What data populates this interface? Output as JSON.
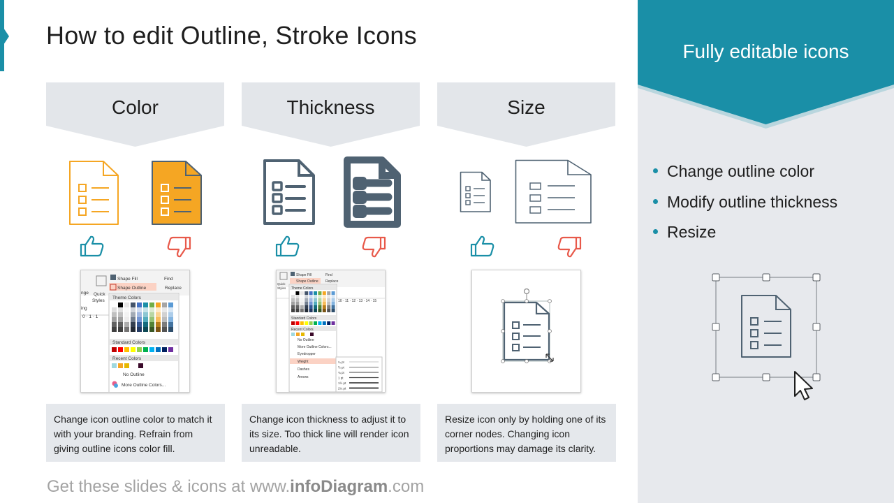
{
  "title": "How to edit Outline, Stroke Icons",
  "panel": {
    "title": "Fully editable icons",
    "bullets": [
      "Change outline color",
      "Modify outline thickness",
      "Resize"
    ]
  },
  "columns": [
    {
      "header": "Color",
      "description": "Change icon outline color to match it with your branding. Refrain from giving outline icons color fill.",
      "good_label": "thumbs-up",
      "bad_label": "thumbs-down",
      "menu": {
        "shape_fill": "Shape Fill",
        "shape_outline": "Shape Outline",
        "find": "Find",
        "replace": "Replace",
        "quick_styles": [
          "Quick",
          "Styles"
        ],
        "theme_colors": "Theme Colors",
        "standard_colors": "Standard Colors",
        "recent_colors": "Recent Colors",
        "no_outline": "No Outline",
        "more_colors": "More Outline Colors..."
      }
    },
    {
      "header": "Thickness",
      "description": "Change icon thickness to adjust it to its size. Too thick line will render icon unreadable.",
      "menu": {
        "shape_fill": "Shape Fill",
        "shape_outline": "Shape Outline",
        "find": "Find",
        "replace": "Replace",
        "theme_colors": "Theme Colors",
        "standard_colors": "Standard Colors",
        "recent_colors": "Recent Colors",
        "no_outline": "No Outline",
        "more_colors": "More Outline Colors...",
        "eyedropper": "Eyedropper",
        "weight": "Weight",
        "dashes": "Dashes",
        "arrows": "Arrows",
        "weights": [
          "¼ pt",
          "½ pt",
          "¾ pt",
          "1 pt",
          "1½ pt",
          "2¼ pt"
        ]
      }
    },
    {
      "header": "Size",
      "description": "Resize icon only by holding one of its corner nodes. Changing icon proportions  may damage its clarity."
    }
  ],
  "footer": {
    "prefix": "Get these slides & icons at www.",
    "brand": "infoDiagram",
    "suffix": ".com"
  },
  "colors": {
    "accent": "#1a8fa7",
    "orange": "#f5a623",
    "slate": "#4f6272",
    "good": "#1a8fa7",
    "bad": "#e8594a",
    "header_gray": "#e3e6ea"
  }
}
